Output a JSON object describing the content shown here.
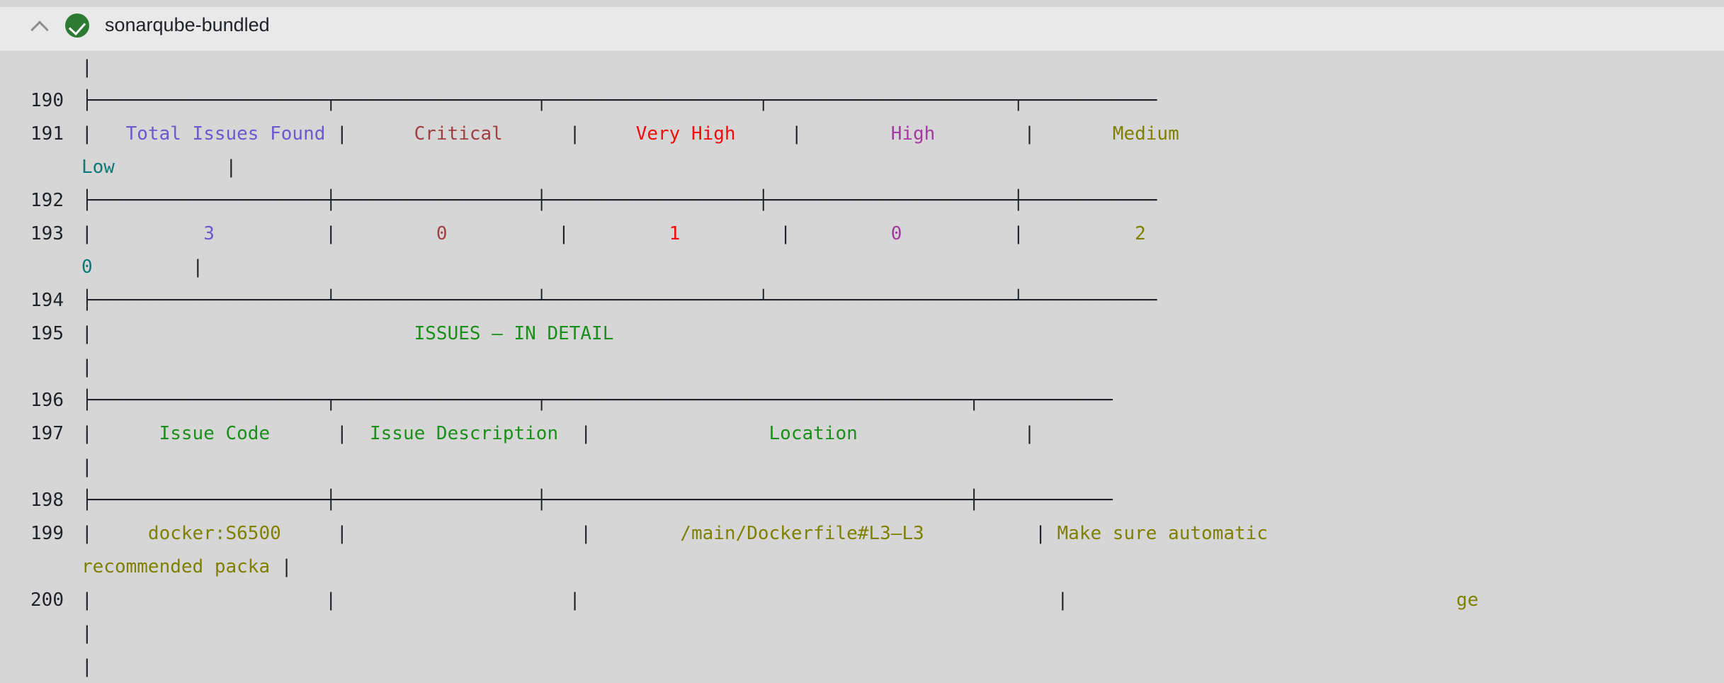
{
  "step_header": {
    "title": "sonarqube-bundled",
    "collapse_icon": "chevron-up-icon",
    "status_icon": "check-circle-icon",
    "status": "success",
    "status_color": "#2d7a32"
  },
  "colors": {
    "default": "#1f2328",
    "blue": "#6a5acd",
    "maroon": "#a04040",
    "red": "#f40b0b",
    "magenta": "#a33aa3",
    "olive": "#808000",
    "teal": "#0a7a7a",
    "green": "#1a8f1a",
    "background": "#d6d6d6",
    "header_background": "#e9e9e9"
  },
  "summary_table": {
    "headers": [
      "Total Issues Found",
      "Critical",
      "Very High",
      "High",
      "Medium",
      "Low"
    ],
    "values": [
      "3",
      "0",
      "1",
      "0",
      "2",
      "0"
    ],
    "header_colors": [
      "blue",
      "maroon",
      "red",
      "magenta",
      "olive",
      "teal"
    ],
    "value_colors": [
      "blue",
      "maroon",
      "red",
      "magenta",
      "olive",
      "teal"
    ]
  },
  "detail_section": {
    "title": "ISSUES — IN DETAIL",
    "headers": [
      "Issue Code",
      "Issue Description",
      "Location"
    ],
    "rows": [
      {
        "issue_code": "docker:S6500",
        "location": "/main/Dockerfile#L3–L3",
        "description_part1": "Make sure automatic",
        "description_part2": "recommended packa",
        "description_part3": "ge"
      }
    ]
  },
  "lines": [
    {
      "num": "",
      "segments": [
        {
          "t": "|",
          "c": "default"
        }
      ]
    },
    {
      "num": "190",
      "segments": [
        {
          "t": "├─────────────────────┬──────────────────┬───────────────────┬──────────────────────┬────────────",
          "c": "default"
        }
      ]
    },
    {
      "num": "191",
      "segments": [
        {
          "t": "|",
          "c": "default"
        },
        {
          "t": "   Total Issues Found ",
          "c": "blue"
        },
        {
          "t": "|",
          "c": "default"
        },
        {
          "t": "      Critical      ",
          "c": "maroon"
        },
        {
          "t": "|",
          "c": "default"
        },
        {
          "t": "     Very High     ",
          "c": "red"
        },
        {
          "t": "|",
          "c": "default"
        },
        {
          "t": "        High        ",
          "c": "magenta"
        },
        {
          "t": "|",
          "c": "default"
        },
        {
          "t": "       Medium       ",
          "c": "olive"
        }
      ]
    },
    {
      "num": "",
      "wrapped": true,
      "segments": [
        {
          "t": "Low",
          "c": "teal"
        },
        {
          "t": "          ",
          "c": "default"
        },
        {
          "t": "|",
          "c": "default"
        }
      ]
    },
    {
      "num": "192",
      "segments": [
        {
          "t": "├─────────────────────┼──────────────────┼───────────────────┼──────────────────────┼────────────",
          "c": "default"
        }
      ]
    },
    {
      "num": "193",
      "segments": [
        {
          "t": "|",
          "c": "default"
        },
        {
          "t": "          3          ",
          "c": "blue"
        },
        {
          "t": "|",
          "c": "default"
        },
        {
          "t": "         0          ",
          "c": "maroon"
        },
        {
          "t": "|",
          "c": "default"
        },
        {
          "t": "         1         ",
          "c": "red"
        },
        {
          "t": "|",
          "c": "default"
        },
        {
          "t": "         0          ",
          "c": "magenta"
        },
        {
          "t": "|",
          "c": "default"
        },
        {
          "t": "          2         ",
          "c": "olive"
        }
      ]
    },
    {
      "num": "",
      "wrapped": true,
      "segments": [
        {
          "t": "0",
          "c": "teal"
        },
        {
          "t": "         ",
          "c": "default"
        },
        {
          "t": "|",
          "c": "default"
        }
      ]
    },
    {
      "num": "194",
      "segments": [
        {
          "t": "├─────────────────────┴──────────────────┴───────────────────┴──────────────────────┴────────────",
          "c": "default"
        }
      ]
    },
    {
      "num": "195",
      "segments": [
        {
          "t": "|",
          "c": "default"
        },
        {
          "t": "                             ISSUES — IN DETAIL",
          "c": "green"
        }
      ]
    },
    {
      "num": "",
      "wrapped": true,
      "segments": [
        {
          "t": "|",
          "c": "default"
        }
      ]
    },
    {
      "num": "196",
      "segments": [
        {
          "t": "├─────────────────────┬──────────────────┬──────────────────────────────────────┬────────────",
          "c": "default"
        }
      ]
    },
    {
      "num": "197",
      "segments": [
        {
          "t": "|",
          "c": "default"
        },
        {
          "t": "      Issue Code      ",
          "c": "green"
        },
        {
          "t": "|",
          "c": "default"
        },
        {
          "t": "  Issue Description  ",
          "c": "green"
        },
        {
          "t": "|",
          "c": "default"
        },
        {
          "t": "                Location               ",
          "c": "green"
        },
        {
          "t": "|",
          "c": "default"
        }
      ]
    },
    {
      "num": "",
      "wrapped": true,
      "segments": [
        {
          "t": "|",
          "c": "default"
        }
      ]
    },
    {
      "num": "198",
      "segments": [
        {
          "t": "├─────────────────────┼──────────────────┼──────────────────────────────────────┼────────────",
          "c": "default"
        }
      ]
    },
    {
      "num": "199",
      "segments": [
        {
          "t": "|",
          "c": "default"
        },
        {
          "t": "     docker:S6500     ",
          "c": "olive"
        },
        {
          "t": "|",
          "c": "default"
        },
        {
          "t": "                     ",
          "c": "default"
        },
        {
          "t": "|",
          "c": "default"
        },
        {
          "t": "        /main/Dockerfile#L3–L3          ",
          "c": "olive"
        },
        {
          "t": "|",
          "c": "default"
        },
        {
          "t": " Make sure automatic",
          "c": "olive"
        }
      ]
    },
    {
      "num": "",
      "wrapped": true,
      "segments": [
        {
          "t": "recommended packa ",
          "c": "olive"
        },
        {
          "t": "|",
          "c": "default"
        }
      ]
    },
    {
      "num": "200",
      "segments": [
        {
          "t": "|",
          "c": "default"
        },
        {
          "t": "                     ",
          "c": "default"
        },
        {
          "t": "|",
          "c": "default"
        },
        {
          "t": "                     ",
          "c": "default"
        },
        {
          "t": "|",
          "c": "default"
        },
        {
          "t": "                                           ",
          "c": "default"
        },
        {
          "t": "|",
          "c": "default"
        },
        {
          "t": "                                   ge",
          "c": "olive"
        }
      ]
    },
    {
      "num": "",
      "wrapped": true,
      "segments": [
        {
          "t": "|",
          "c": "default"
        }
      ]
    },
    {
      "num": "",
      "wrapped": true,
      "segments": [
        {
          "t": "|",
          "c": "default"
        }
      ]
    }
  ]
}
